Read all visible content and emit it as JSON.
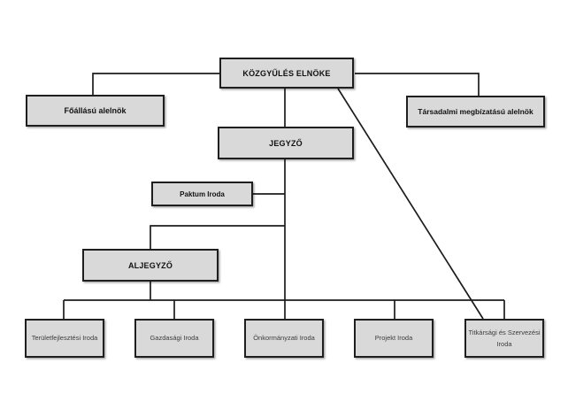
{
  "diagram": {
    "type": "org-chart",
    "title": "",
    "colors": {
      "node_fill": "#d9d9d9",
      "node_border": "#1f1f1f",
      "line": "#1c1c1c",
      "background": "#ffffff"
    },
    "nodes": {
      "kozgyules_elnoke": {
        "label": "KÖZGYŰLÉS ELNÖKE"
      },
      "foallasu_alelnok": {
        "label": "Főállású alelnök"
      },
      "tarsadalmi_alelnok": {
        "label": "Társadalmi megbízatású alelnök"
      },
      "jegyzo": {
        "label": "JEGYZŐ"
      },
      "paktum_iroda": {
        "label": "Paktum Iroda"
      },
      "aljegyzo": {
        "label": "ALJEGYZŐ"
      },
      "teruletfejlesztesi_iroda": {
        "label": "Területfejlesztési Iroda"
      },
      "gazdasagi_iroda": {
        "label": "Gazdasági Iroda"
      },
      "onkormanyzati_iroda": {
        "label": "Önkormányzati Iroda"
      },
      "projekt_iroda": {
        "label": "Projekt Iroda"
      },
      "titkarsagi_iroda": {
        "label": "Titkársági és Szervezési Iroda"
      }
    },
    "edges": [
      {
        "from": "kozgyules_elnoke",
        "to": "foallasu_alelnok"
      },
      {
        "from": "kozgyules_elnoke",
        "to": "tarsadalmi_alelnok"
      },
      {
        "from": "kozgyules_elnoke",
        "to": "jegyzo"
      },
      {
        "from": "kozgyules_elnoke",
        "to": "titkarsagi_iroda"
      },
      {
        "from": "jegyzo",
        "to": "paktum_iroda"
      },
      {
        "from": "jegyzo",
        "to": "aljegyzo"
      },
      {
        "from": "aljegyzo",
        "to": "teruletfejlesztesi_iroda"
      },
      {
        "from": "aljegyzo",
        "to": "gazdasagi_iroda"
      },
      {
        "from": "aljegyzo",
        "to": "onkormanyzati_iroda"
      },
      {
        "from": "aljegyzo",
        "to": "projekt_iroda"
      },
      {
        "from": "aljegyzo",
        "to": "titkarsagi_iroda"
      }
    ]
  }
}
